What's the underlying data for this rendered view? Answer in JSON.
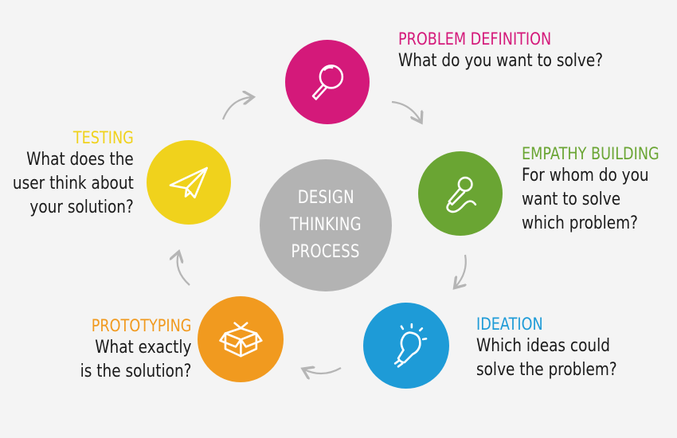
{
  "center": {
    "lines": [
      "DESIGN",
      "THINKING",
      "PROCESS"
    ]
  },
  "steps": [
    {
      "key": "problem",
      "title": "PROBLEM DEFINITION",
      "color": "#d4197a",
      "desc": [
        "What do you want to solve?"
      ],
      "icon": "magnifier-icon"
    },
    {
      "key": "empathy",
      "title": "EMPATHY BUILDING",
      "color": "#6aa533",
      "desc": [
        "For whom do you",
        "want to solve",
        "which problem?"
      ],
      "icon": "microphone-icon"
    },
    {
      "key": "ideation",
      "title": "IDEATION",
      "color": "#1e9bd7",
      "desc": [
        "Which ideas could",
        "solve the problem?"
      ],
      "icon": "lightbulb-icon"
    },
    {
      "key": "prototyping",
      "title": "PROTOTYPING",
      "color": "#f19a1f",
      "desc": [
        "What exactly",
        "is the solution?"
      ],
      "icon": "box-icon"
    },
    {
      "key": "testing",
      "title": "TESTING",
      "color": "#f0d21c",
      "desc": [
        "What does the",
        "user think about",
        "your solution?"
      ],
      "icon": "paper-plane-icon"
    }
  ],
  "colors": {
    "arrow": "#b5b5b5",
    "center": "#b3b3b3",
    "background": "#f4f4f4"
  }
}
